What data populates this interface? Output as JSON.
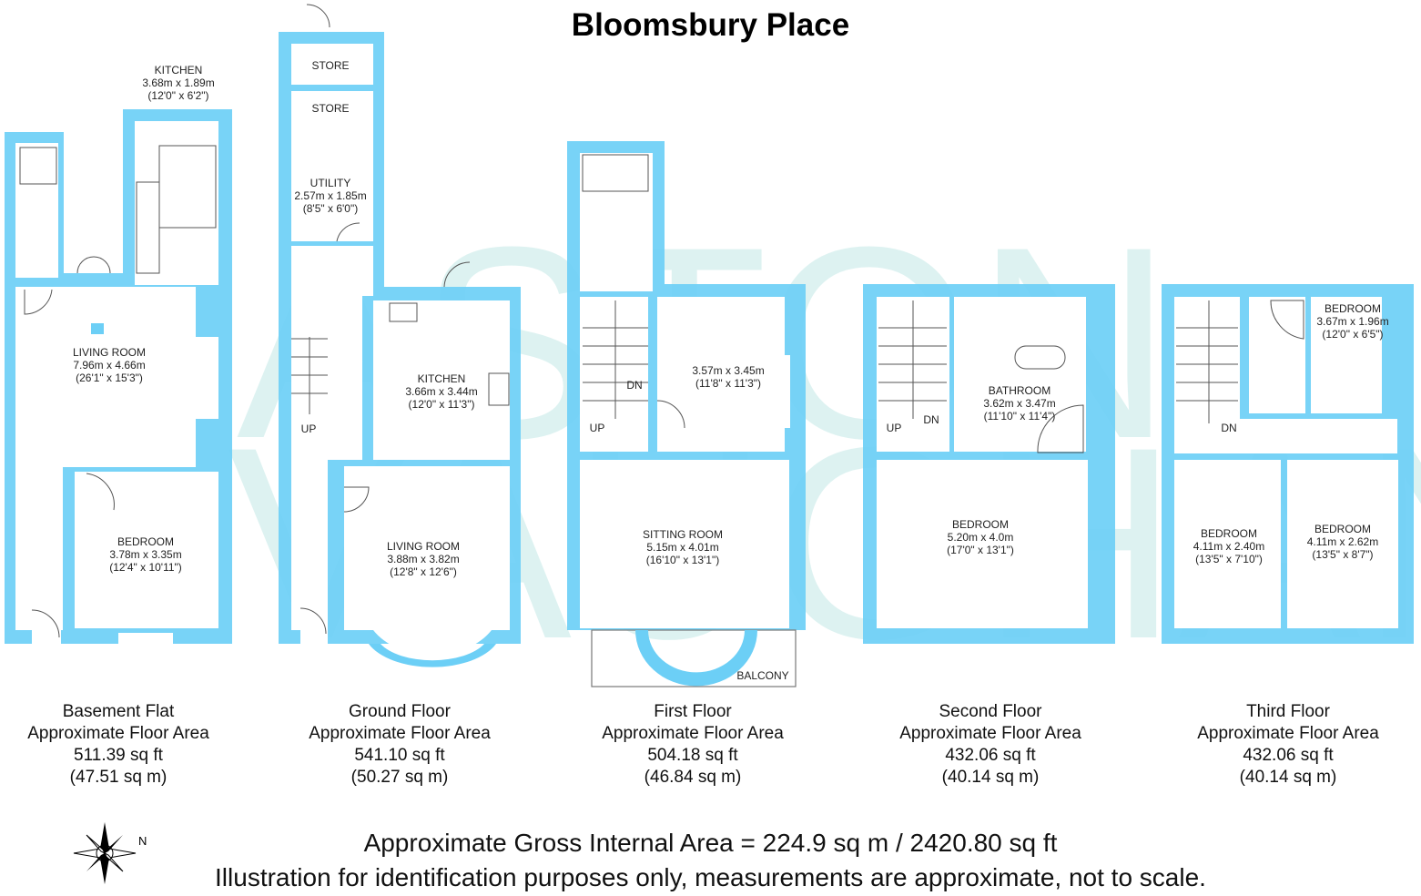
{
  "title": "Bloomsbury Place",
  "watermark": [
    "ASTON",
    "VAUGHAN"
  ],
  "colors": {
    "wall": "#6ccff6",
    "watermark": "#9fdcd8"
  },
  "floors": [
    {
      "name": "Basement Flat",
      "area_label": "Approximate Floor Area",
      "sqft": "511.39 sq ft",
      "sqm": "(47.51 sq m)",
      "rooms": [
        {
          "name": "KITCHEN",
          "metric": "3.68m x 1.89m",
          "imperial": "(12'0\" x 6'2\")"
        },
        {
          "name": "LIVING ROOM",
          "metric": "7.96m x 4.66m",
          "imperial": "(26'1\" x 15'3\")"
        },
        {
          "name": "BEDROOM",
          "metric": "3.78m x 3.35m",
          "imperial": "(12'4\" x 10'11\")"
        }
      ]
    },
    {
      "name": "Ground Floor",
      "area_label": "Approximate Floor Area",
      "sqft": "541.10 sq ft",
      "sqm": "(50.27 sq m)",
      "rooms": [
        {
          "name": "STORE"
        },
        {
          "name": "STORE"
        },
        {
          "name": "UTILITY",
          "metric": "2.57m x 1.85m",
          "imperial": "(8'5\" x 6'0\")"
        },
        {
          "name": "KITCHEN",
          "metric": "3.66m x 3.44m",
          "imperial": "(12'0\" x 11'3\")"
        },
        {
          "name": "LIVING ROOM",
          "metric": "3.88m x 3.82m",
          "imperial": "(12'8\" x 12'6\")"
        }
      ],
      "stairs": "UP"
    },
    {
      "name": "First Floor",
      "area_label": "Approximate Floor Area",
      "sqft": "504.18 sq ft",
      "sqm": "(46.84 sq m)",
      "rooms": [
        {
          "name": "",
          "metric": "3.57m x 3.45m",
          "imperial": "(11'8\" x 11'3\")"
        },
        {
          "name": "SITTING ROOM",
          "metric": "5.15m x 4.01m",
          "imperial": "(16'10\" x 13'1\")"
        }
      ],
      "stairs_up": "UP",
      "stairs_dn": "DN",
      "balcony": "BALCONY"
    },
    {
      "name": "Second Floor",
      "area_label": "Approximate Floor Area",
      "sqft": "432.06 sq ft",
      "sqm": "(40.14 sq m)",
      "rooms": [
        {
          "name": "BATHROOM",
          "metric": "3.62m x 3.47m",
          "imperial": "(11'10\" x 11'4\")"
        },
        {
          "name": "BEDROOM",
          "metric": "5.20m x 4.0m",
          "imperial": "(17'0\" x 13'1\")"
        }
      ],
      "stairs_up": "UP",
      "stairs_dn": "DN"
    },
    {
      "name": "Third Floor",
      "area_label": "Approximate Floor Area",
      "sqft": "432.06 sq ft",
      "sqm": "(40.14 sq m)",
      "rooms": [
        {
          "name": "BEDROOM",
          "metric": "3.67m x 1.96m",
          "imperial": "(12'0\" x 6'5\")"
        },
        {
          "name": "BEDROOM",
          "metric": "4.11m x 2.40m",
          "imperial": "(13'5\" x 7'10\")"
        },
        {
          "name": "BEDROOM",
          "metric": "4.11m x 2.62m",
          "imperial": "(13'5\" x 8'7\")"
        }
      ],
      "stairs_dn": "DN"
    }
  ],
  "compass_label": "N",
  "gross_area": "Approximate Gross Internal Area = 224.9 sq m / 2420.80 sq ft",
  "disclaimer": "Illustration for identification purposes only, measurements are approximate, not to scale."
}
